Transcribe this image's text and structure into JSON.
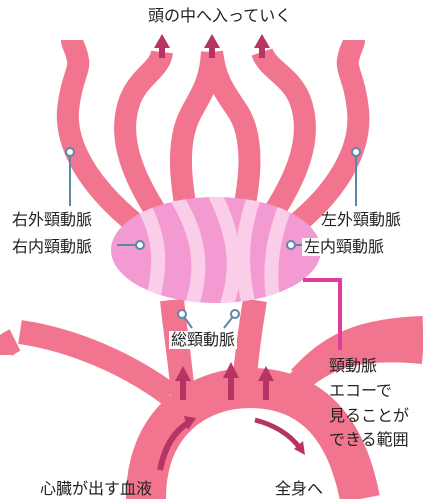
{
  "title": "頭の中へ入っていく",
  "labels": {
    "right_external": "右外頸動脈",
    "right_internal": "右内頸動脈",
    "left_external": "左外頸動脈",
    "left_internal": "左内頸動脈",
    "common_carotid": "総頸動脈",
    "echo_range": [
      "頸動脈",
      "エコーで",
      "見ることが",
      "できる範囲"
    ],
    "heart_blood": "心臓が出す血液",
    "to_body": "全身へ"
  },
  "colors": {
    "artery": "#f1758f",
    "artery_light": "#f7a6b8",
    "echo_region": "#f39ad2",
    "echo_highlight": "#fbd3ea",
    "arrow": "#b53463",
    "leader": "#5b87a9",
    "echo_border": "#e03c9b"
  }
}
